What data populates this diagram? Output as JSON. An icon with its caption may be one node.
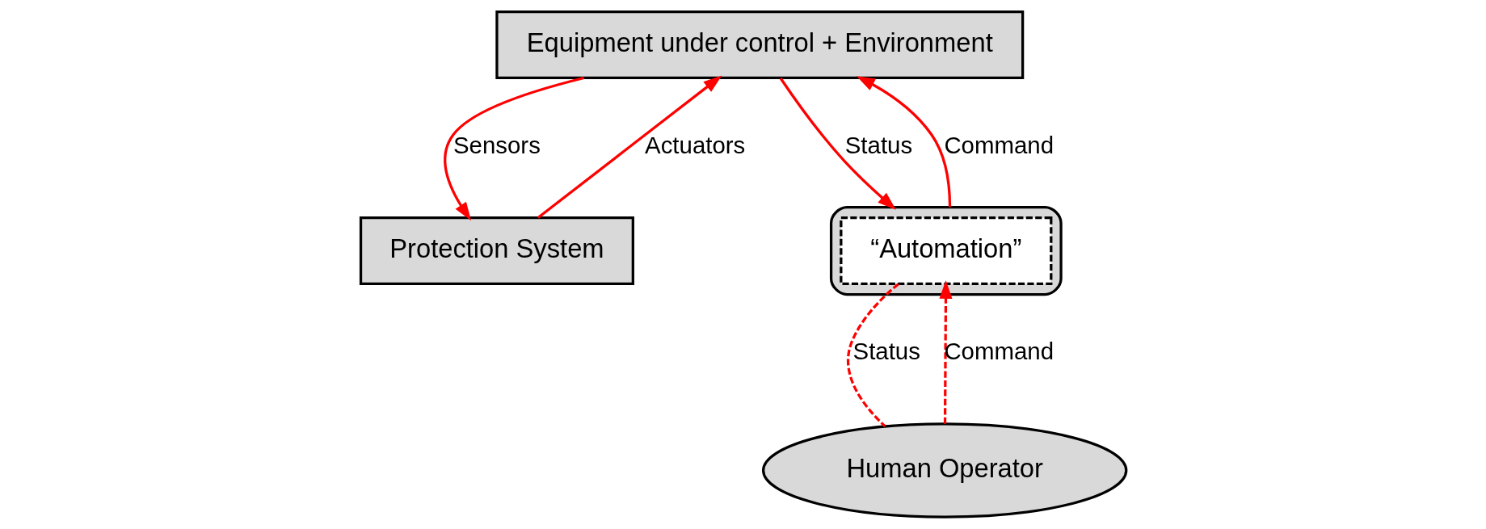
{
  "diagram": {
    "nodes": [
      {
        "text": [
          "Equipment under control + Environment"
        ]
      },
      {
        "text": [
          "Protection System"
        ]
      },
      {
        "text": [],
        "shape": "cloud"
      },
      {
        "text": [
          "Human Operator"
        ]
      },
      {
        "text": [
          "“Automation”"
        ],
        "in": 2
      }
    ],
    "edges": [
      {
        "from": 0,
        "to": 1,
        "arrow": "to",
        "label": "Sensors"
      },
      {
        "from": 1,
        "to": 0,
        "arrow": "to",
        "label": "Actuators"
      },
      {
        "from": 0,
        "to": 2,
        "arrow": "to",
        "label": "Status"
      },
      {
        "from": 2,
        "to": 0,
        "arrow": "to",
        "label": "Command"
      },
      {
        "from": 3,
        "to": 4,
        "arrow": "to",
        "label": "Command",
        "style": "dashed"
      },
      {
        "from": 4,
        "to": 3,
        "arrow": "none",
        "label": "Status",
        "style": "dashed"
      }
    ]
  }
}
